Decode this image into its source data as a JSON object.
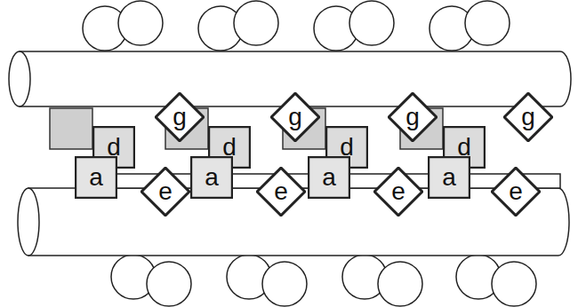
{
  "diagram": {
    "nodes": [
      {
        "text": [
          "g"
        ]
      },
      {
        "text": [
          "g"
        ]
      },
      {
        "text": [
          "g"
        ]
      },
      {
        "text": [
          "g"
        ]
      },
      {
        "text": [
          "d"
        ]
      },
      {
        "text": [
          "d"
        ]
      },
      {
        "text": [
          "d"
        ]
      },
      {
        "text": [
          "d"
        ]
      },
      {
        "text": [
          "a"
        ]
      },
      {
        "text": [
          "e"
        ]
      },
      {
        "text": [
          "a"
        ]
      },
      {
        "text": [
          "e"
        ]
      },
      {
        "text": [
          "a"
        ]
      },
      {
        "text": [
          "e"
        ]
      },
      {
        "text": [
          "a"
        ]
      },
      {
        "text": [
          "e"
        ]
      }
    ]
  }
}
